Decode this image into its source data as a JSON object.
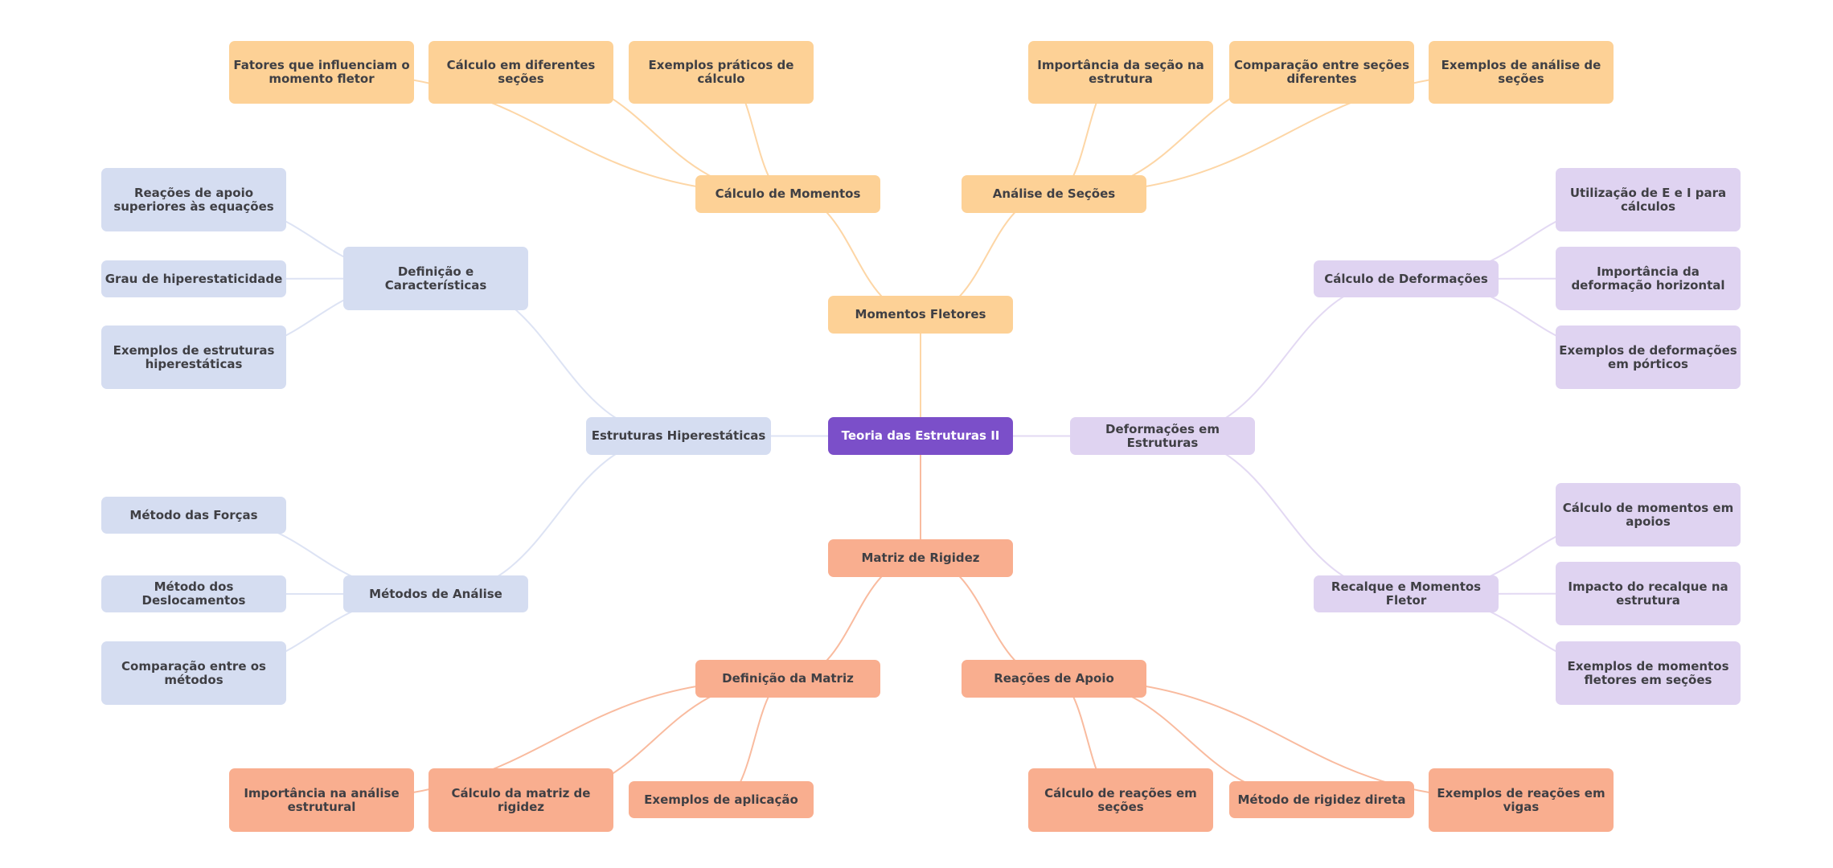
{
  "mindmap": {
    "root": {
      "label": "Teoria das Estruturas II",
      "color": "#7b4fc9",
      "text_color": "#ffffff"
    },
    "branches": [
      {
        "label": "Momentos Fletores",
        "color": "#fdd196",
        "edge_color": "#fdd6a6",
        "children": [
          {
            "label": "Cálculo de Momentos",
            "children": [
              {
                "label": "Fatores que influenciam o momento fletor"
              },
              {
                "label": "Cálculo em diferentes seções"
              },
              {
                "label": "Exemplos práticos de cálculo"
              }
            ]
          },
          {
            "label": "Análise de Seções",
            "children": [
              {
                "label": "Importância da seção na estrutura"
              },
              {
                "label": "Comparação entre seções diferentes"
              },
              {
                "label": "Exemplos de análise de seções"
              }
            ]
          }
        ]
      },
      {
        "label": "Estruturas Hiperestáticas",
        "color": "#d5ddf1",
        "edge_color": "#dde3f4",
        "children": [
          {
            "label": "Definição e Características",
            "children": [
              {
                "label": "Reações de apoio superiores às equações"
              },
              {
                "label": "Grau de hiperestaticidade"
              },
              {
                "label": "Exemplos de estruturas hiperestáticas"
              }
            ]
          },
          {
            "label": "Métodos de Análise",
            "children": [
              {
                "label": "Método das Forças"
              },
              {
                "label": "Método dos Deslocamentos"
              },
              {
                "label": "Comparação entre os métodos"
              }
            ]
          }
        ]
      },
      {
        "label": "Deformações em Estruturas",
        "color": "#dfd3f1",
        "edge_color": "#e3d9f3",
        "children": [
          {
            "label": "Cálculo de Deformações",
            "children": [
              {
                "label": "Utilização de E e I para cálculos"
              },
              {
                "label": "Importância da deformação horizontal"
              },
              {
                "label": "Exemplos de deformações em pórticos"
              }
            ]
          },
          {
            "label": "Recalque e Momentos Fletor",
            "children": [
              {
                "label": "Cálculo de momentos em apoios"
              },
              {
                "label": "Impacto do recalque na estrutura"
              },
              {
                "label": "Exemplos de momentos fletores em seções"
              }
            ]
          }
        ]
      },
      {
        "label": "Matriz de Rigidez",
        "color": "#f9ae8f",
        "edge_color": "#f9bb9f",
        "children": [
          {
            "label": "Definição da Matriz",
            "children": [
              {
                "label": "Importância na análise estrutural"
              },
              {
                "label": "Cálculo da matriz de rigidez"
              },
              {
                "label": "Exemplos de aplicação"
              }
            ]
          },
          {
            "label": "Reações de Apoio",
            "children": [
              {
                "label": "Cálculo de reações em seções"
              },
              {
                "label": "Método de rigidez direta"
              },
              {
                "label": "Exemplos de reações em vigas"
              }
            ]
          }
        ]
      }
    ]
  }
}
